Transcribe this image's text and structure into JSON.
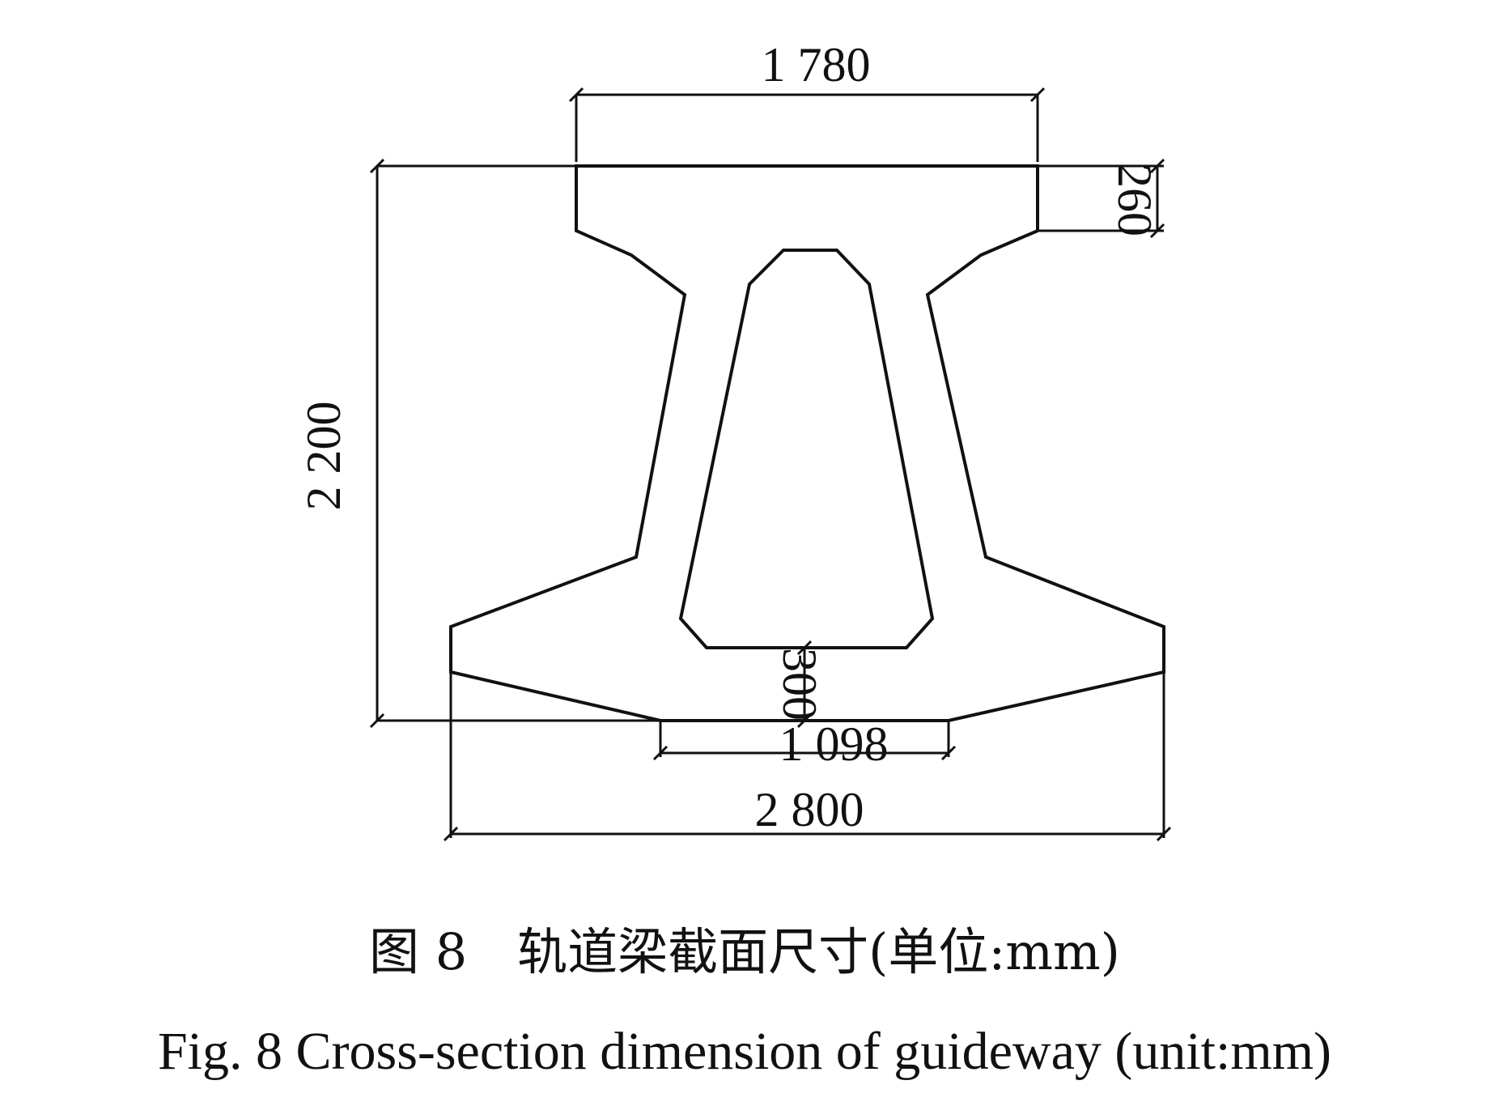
{
  "diagram": {
    "dimensions": {
      "top_flange_width": "1 780",
      "top_flange_thickness": "260",
      "total_height": "2 200",
      "bottom_slab_thickness": "300",
      "bottom_width": "1 098",
      "bottom_flange_width": "2 800"
    }
  },
  "caption": {
    "cn": "图 8　轨道梁截面尺寸(单位:mm)",
    "en": "Fig. 8  Cross-section dimension of guideway (unit:mm)"
  }
}
